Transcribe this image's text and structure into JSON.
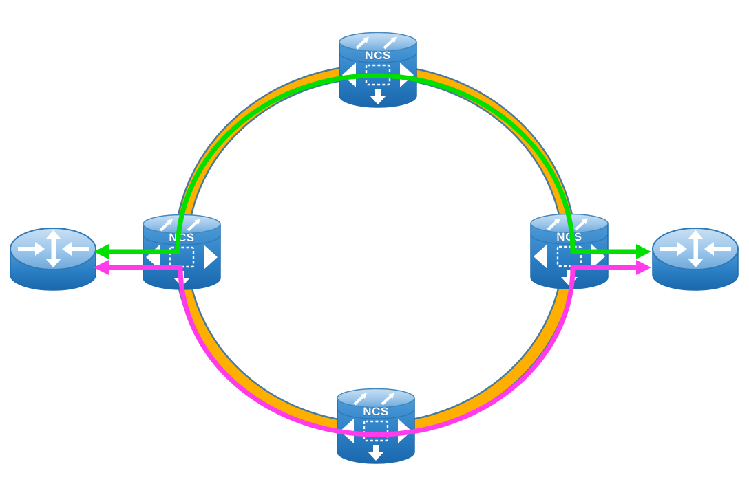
{
  "diagram": {
    "background": "#ffffff",
    "colors": {
      "ring_fiber": "#FFAF00",
      "ring_edge": "#4A7A9B",
      "working_path": "#00DF00",
      "protect_path": "#FF3BEB",
      "device_blue": "#2E86C9"
    },
    "nodes": [
      {
        "id": "ncs-top",
        "type": "ncs-device",
        "label": "NCS"
      },
      {
        "id": "ncs-left",
        "type": "ncs-device",
        "label": "NCS"
      },
      {
        "id": "ncs-right",
        "type": "ncs-device",
        "label": "NCS"
      },
      {
        "id": "ncs-bottom",
        "type": "ncs-device",
        "label": "NCS"
      },
      {
        "id": "router-left",
        "type": "router"
      },
      {
        "id": "router-right",
        "type": "router"
      }
    ],
    "links": [
      {
        "id": "fiber-ring",
        "type": "ring",
        "connects": [
          "ncs-top",
          "ncs-right",
          "ncs-bottom",
          "ncs-left"
        ]
      },
      {
        "id": "working-path",
        "type": "traffic-path",
        "color": "#00DF00",
        "from": "router-left",
        "to": "router-right",
        "via": [
          "ncs-left",
          "ncs-top",
          "ncs-right"
        ],
        "arrowheads": "both"
      },
      {
        "id": "protect-path",
        "type": "traffic-path",
        "color": "#FF3BEB",
        "from": "router-left",
        "to": "router-right",
        "via": [
          "ncs-left",
          "ncs-bottom",
          "ncs-right"
        ],
        "arrowheads": "both"
      }
    ]
  }
}
